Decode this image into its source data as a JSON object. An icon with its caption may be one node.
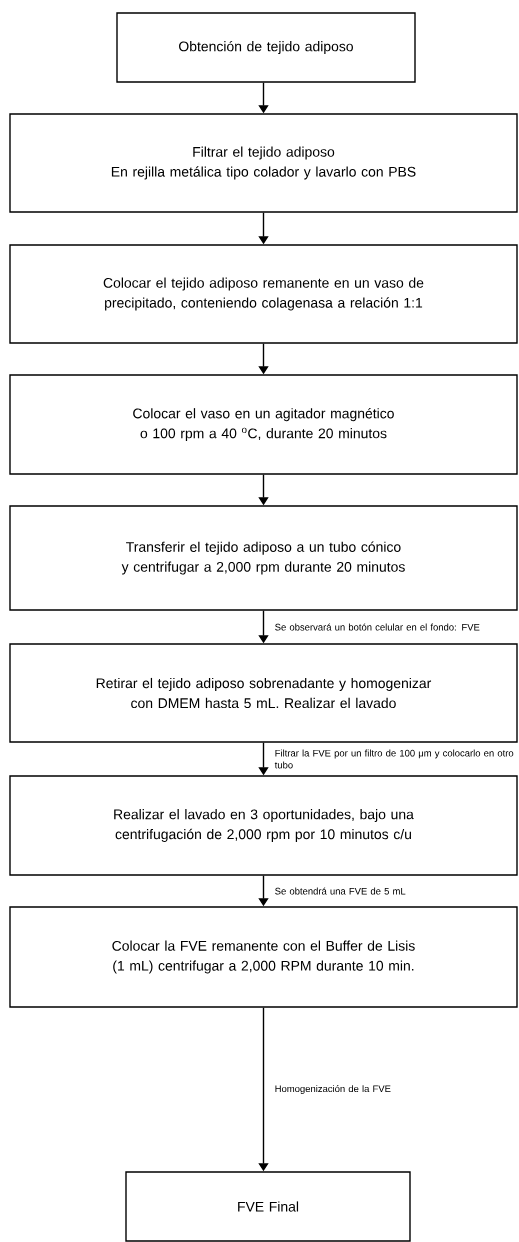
{
  "diagram": {
    "nodes": [
      {
        "text": [
          "Obtención de tejido adiposo"
        ]
      },
      {
        "text": [
          "Filtrar el tejido adiposo",
          "En rejilla metálica tipo colador y lavarlo con PBS"
        ]
      },
      {
        "text": [
          "Colocar el tejido adiposo remanente en un vaso de precipitado, conteniendo colagenasa a relación 1:1"
        ]
      },
      {
        "text": [
          "Colocar el vaso en un agitador magnético o 100 rpm a 40 $^{o}$C, durante 20 minutos"
        ]
      },
      {
        "text": [
          "Transferir el tejido adiposo a un tubo cónico y centrifugar a 2,000 rpm durante 20 minutos"
        ]
      },
      {
        "text": [
          "Retirar el tejido adiposo sobrenadante y homogenizar con DMEM hasta 5 mL. Realizar el lavado"
        ]
      },
      {
        "text": [
          "Realizar el lavado en 3 oportunidades, bajo una centrifugación de 2,000 rpm por 10 minutos c/u"
        ]
      },
      {
        "text": [
          "Colocar la FVE remanente con el Buffer de Lisis (1 mL) centrifugar a 2,000 RPM durante 10 min."
        ]
      },
      {
        "text": [
          "FVE Final"
        ]
      }
    ],
    "edges": [
      {
        "from": 0,
        "to": 1,
        "arrow": "to"
      },
      {
        "from": 1,
        "to": 2,
        "arrow": "to"
      },
      {
        "from": 2,
        "to": 3,
        "arrow": "to"
      },
      {
        "from": 3,
        "to": 4,
        "arrow": "to"
      },
      {
        "from": 4,
        "to": 5,
        "arrow": "to",
        "label": "Se observará un botón celular en el fondo: FVE"
      },
      {
        "from": 5,
        "to": 6,
        "arrow": "to",
        "label": "Filtrar la FVE por un filtro de 100 μm y colocarlo en otro tubo"
      },
      {
        "from": 6,
        "to": 7,
        "arrow": "to",
        "label": "Se obtendrá una FVE de 5 mL"
      },
      {
        "from": 7,
        "to": 8,
        "arrow": "to",
        "label": "Homogenización de la FVE"
      }
    ]
  }
}
